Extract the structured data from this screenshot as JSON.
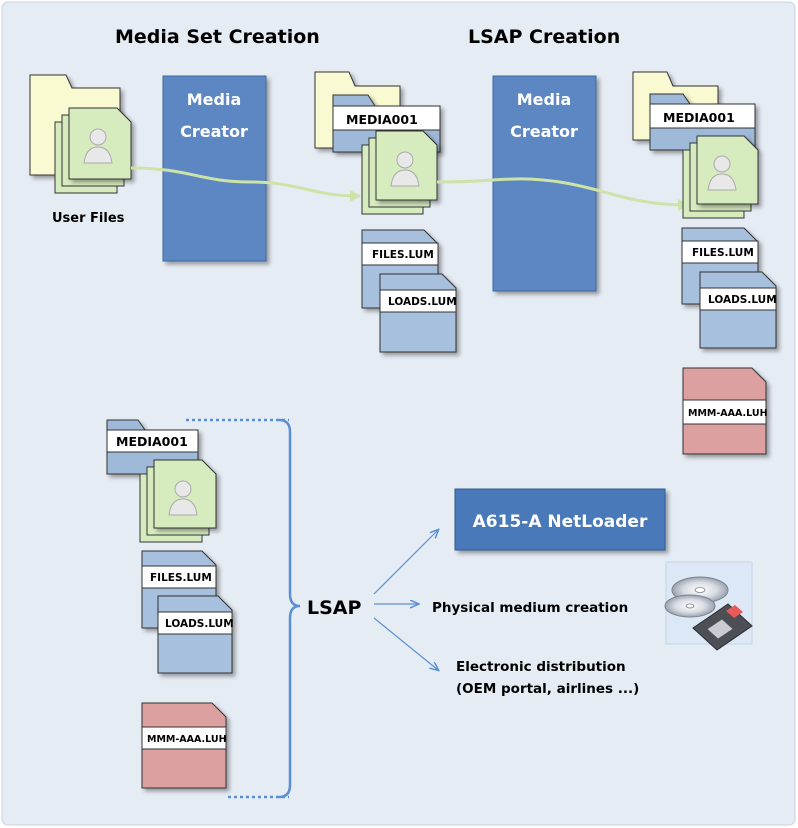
{
  "headings": {
    "media_set": "Media Set Creation",
    "lsap_creation": "LSAP Creation"
  },
  "media_creator": {
    "line1": "Media",
    "line2": "Creator"
  },
  "user_files_label": "User Files",
  "folder_label": "MEDIA001",
  "files_lum": "FILES.LUM",
  "loads_lum": "LOADS.LUM",
  "luh_file": "MMM-AAA.LUH",
  "lsap_label": "LSAP",
  "netloader_label": "A615-A NetLoader",
  "physical_medium_label": "Physical medium creation",
  "electronic_distribution": {
    "line1": "Electronic distribution",
    "line2": "(OEM portal, airlines ...)"
  },
  "colors": {
    "background": "#e6ecf4",
    "creator_box": "#5b87c2",
    "folder_yellow": "#fafad2",
    "folder_blue": "#9fb9d9",
    "user_doc": "#d6ecbf",
    "lum_doc": "#a7c0de",
    "luh_doc": "#dca0a0",
    "arrow_green": "#cde3a8",
    "arrow_blue": "#5b8fd4",
    "netloader_box": "#4a79b8"
  },
  "icons": [
    "folder-icon",
    "document-icon",
    "user-icon",
    "cd-disc-icon",
    "floppy-disk-icon"
  ]
}
